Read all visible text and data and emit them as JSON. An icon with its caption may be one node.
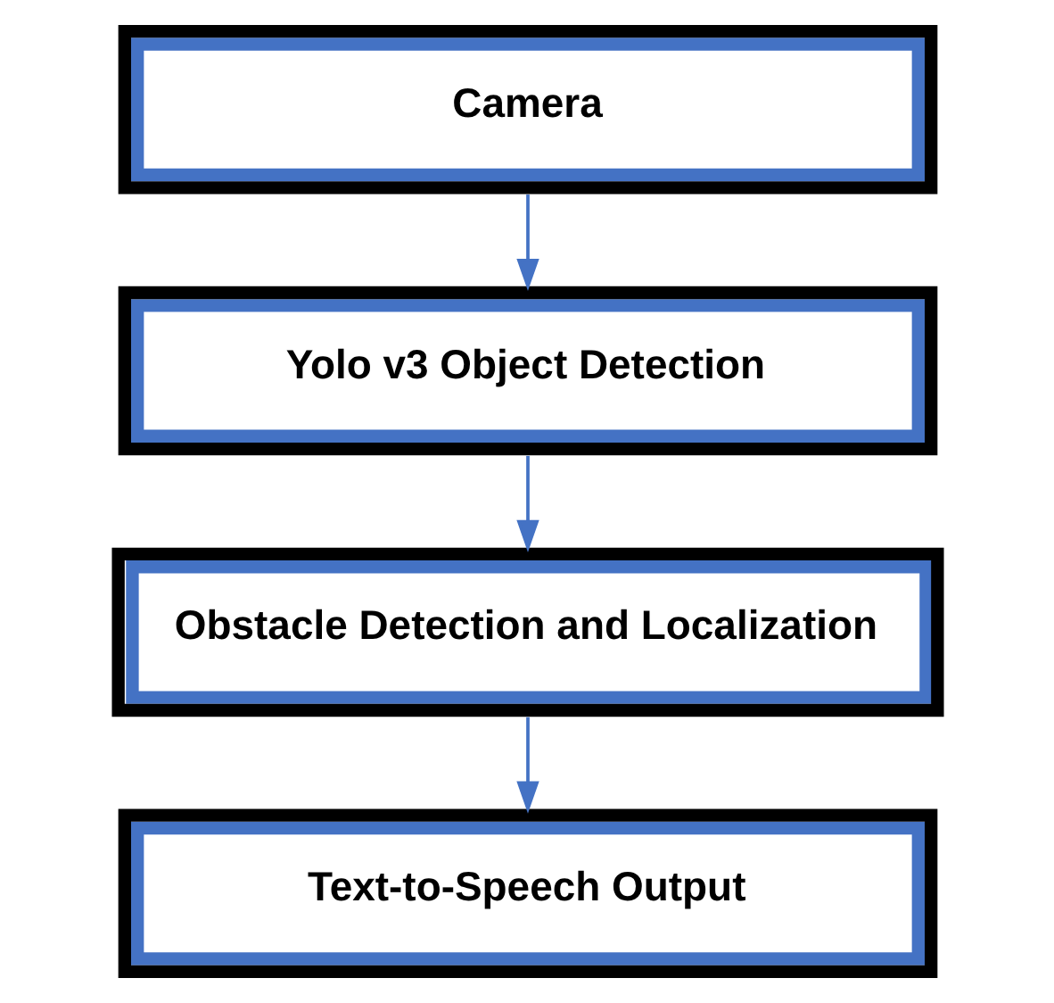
{
  "diagram": {
    "nodes": [
      {
        "text": [
          "Camera"
        ]
      },
      {
        "text": [
          "Yolo v3 Object Detection"
        ]
      },
      {
        "text": [
          "Obstacle Detection and Localization"
        ]
      },
      {
        "text": [
          "Text-to-Speech Output"
        ]
      }
    ],
    "edges": [
      {
        "from": 0,
        "to": 1,
        "arrow": "to"
      },
      {
        "from": 1,
        "to": 2,
        "arrow": "to"
      },
      {
        "from": 2,
        "to": 3,
        "arrow": "to"
      }
    ]
  }
}
